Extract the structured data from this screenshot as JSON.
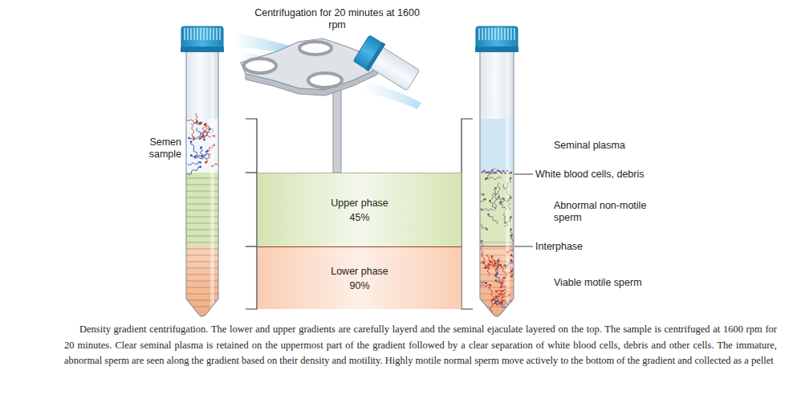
{
  "diagram": {
    "caption": "Density gradient centrifugation. The lower and upper gradients are carefully layerd and the seminal ejaculate layered on the top. The sample is centrifuged at 1600 rpm for 20 minutes. Clear seminal plasma is retained on the uppermost part of the gradient followed by a clear separation of white blood cells, debris and other cells. The immature, abnormal sperm are seen along the gradient based on their density and motility. Highly motile normal sperm move actively to the bottom of the gradient and collected as a pellet",
    "nodes": [
      {
        "text": [
          "Upper phase",
          "45%"
        ]
      },
      {
        "text": [
          "Lower phase",
          "90%"
        ]
      }
    ],
    "labels": [
      "Centrifugation for 20 minutes at 1600 rpm",
      "Semen sample",
      "Seminal plasma",
      "White blood cells, debris",
      "Abnormal non-motile sperm",
      "Interphase",
      "Viable motile sperm"
    ]
  }
}
